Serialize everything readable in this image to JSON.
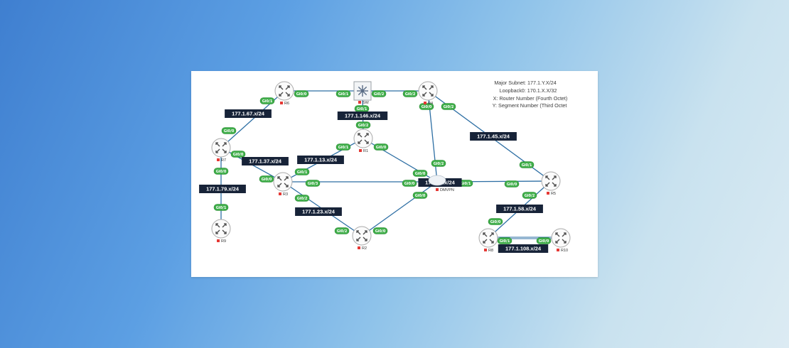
{
  "legend": [
    "Major Subnet: 177.1.Y.X/24",
    "Loopback0: 170.1.X.X/32",
    "X: Router Number (Fourth Octet)",
    "Y: Segment Number (Third Octet"
  ],
  "nodes": [
    {
      "id": "R6",
      "label": "R6",
      "kind": "router"
    },
    {
      "id": "SW",
      "label": "SW",
      "kind": "switch"
    },
    {
      "id": "R4",
      "label": "R4",
      "kind": "router"
    },
    {
      "id": "R7",
      "label": "R7",
      "kind": "router"
    },
    {
      "id": "R1",
      "label": "R1",
      "kind": "router"
    },
    {
      "id": "R3",
      "label": "R3",
      "kind": "router"
    },
    {
      "id": "DMVPN",
      "label": "DMVPN",
      "kind": "cloud"
    },
    {
      "id": "R5",
      "label": "R5",
      "kind": "router"
    },
    {
      "id": "R9",
      "label": "R9",
      "kind": "router"
    },
    {
      "id": "R2",
      "label": "R2",
      "kind": "router"
    },
    {
      "id": "R8",
      "label": "R8",
      "kind": "router"
    },
    {
      "id": "R10",
      "label": "R10",
      "kind": "router"
    }
  ],
  "links": [
    {
      "from": "R6",
      "to": "SW",
      "style": "thin"
    },
    {
      "from": "SW",
      "to": "R4",
      "style": "thin"
    },
    {
      "from": "R6",
      "to": "R7",
      "style": "thin"
    },
    {
      "from": "R7",
      "to": "R9",
      "style": "thin"
    },
    {
      "from": "R7",
      "to": "R3",
      "style": "thin"
    },
    {
      "from": "SW",
      "to": "R1",
      "style": "thin"
    },
    {
      "from": "R1",
      "to": "R3",
      "style": "thin"
    },
    {
      "from": "R1",
      "to": "DMVPN",
      "style": "thin"
    },
    {
      "from": "R4",
      "to": "DMVPN",
      "style": "thin"
    },
    {
      "from": "R4",
      "to": "R5",
      "style": "thin"
    },
    {
      "from": "R3",
      "to": "DMVPN",
      "style": "thin"
    },
    {
      "from": "DMVPN",
      "to": "R5",
      "style": "thin"
    },
    {
      "from": "R3",
      "to": "R2",
      "style": "thin"
    },
    {
      "from": "R2",
      "to": "DMVPN",
      "style": "thin"
    },
    {
      "from": "R5",
      "to": "R8",
      "style": "thin"
    },
    {
      "from": "R8",
      "to": "R10",
      "style": "thick"
    }
  ],
  "ports": [
    {
      "id": "p1",
      "text": "Gi0/0"
    },
    {
      "id": "p2",
      "text": "Gi0/1"
    },
    {
      "id": "p3",
      "text": "Gi0/2"
    },
    {
      "id": "p4",
      "text": "Gi0/2"
    },
    {
      "id": "p5",
      "text": "Gi0/1"
    },
    {
      "id": "p6",
      "text": "Gi0/0"
    },
    {
      "id": "p7",
      "text": "Gi0/2"
    },
    {
      "id": "p8",
      "text": "Gi0/1"
    },
    {
      "id": "p9",
      "text": "Gi0/0"
    },
    {
      "id": "p10",
      "text": "Gi0/0"
    },
    {
      "id": "p11",
      "text": "Gi0/2"
    },
    {
      "id": "p12",
      "text": "Gi0/1"
    },
    {
      "id": "p13",
      "text": "Gi0/0"
    },
    {
      "id": "p14",
      "text": "Gi0/0"
    },
    {
      "id": "p15",
      "text": "Gi0/1"
    },
    {
      "id": "p16",
      "text": "Gi0/2"
    },
    {
      "id": "p17",
      "text": "Gi0/0"
    },
    {
      "id": "p18",
      "text": "Gi0/1"
    },
    {
      "id": "p19",
      "text": "Gi0/0"
    },
    {
      "id": "p20",
      "text": "Gi0/3"
    },
    {
      "id": "p21",
      "text": "Gi0/0"
    },
    {
      "id": "p22",
      "text": "Gi0/1"
    },
    {
      "id": "p23",
      "text": "Gi0/0"
    },
    {
      "id": "p24",
      "text": "Gi0/2"
    },
    {
      "id": "p25",
      "text": "Gi0/2"
    },
    {
      "id": "p26",
      "text": "Gi0/0"
    },
    {
      "id": "p27",
      "text": "Gi0/1"
    },
    {
      "id": "p28",
      "text": "Gi0/0"
    },
    {
      "id": "p29",
      "text": "Gi0/2"
    },
    {
      "id": "p30",
      "text": "Gi0/0"
    },
    {
      "id": "p31",
      "text": "Gi0/1"
    },
    {
      "id": "p32",
      "text": "Gi0/0"
    }
  ],
  "subnets": [
    {
      "id": "s67",
      "text": "177.1.67.x/24"
    },
    {
      "id": "s146",
      "text": "177.1.146.x/24"
    },
    {
      "id": "s45",
      "text": "177.1.45.x/24"
    },
    {
      "id": "s37",
      "text": "177.1.37.x/24"
    },
    {
      "id": "s13",
      "text": "177.1.13.x/24"
    },
    {
      "id": "s79",
      "text": "177.1.79.x/24"
    },
    {
      "id": "s0",
      "text": "177.1.0.x/24"
    },
    {
      "id": "s23",
      "text": "177.1.23.x/24"
    },
    {
      "id": "s58",
      "text": "177.1.58.x/24"
    },
    {
      "id": "s108",
      "text": "177.1.108.x/24"
    }
  ]
}
